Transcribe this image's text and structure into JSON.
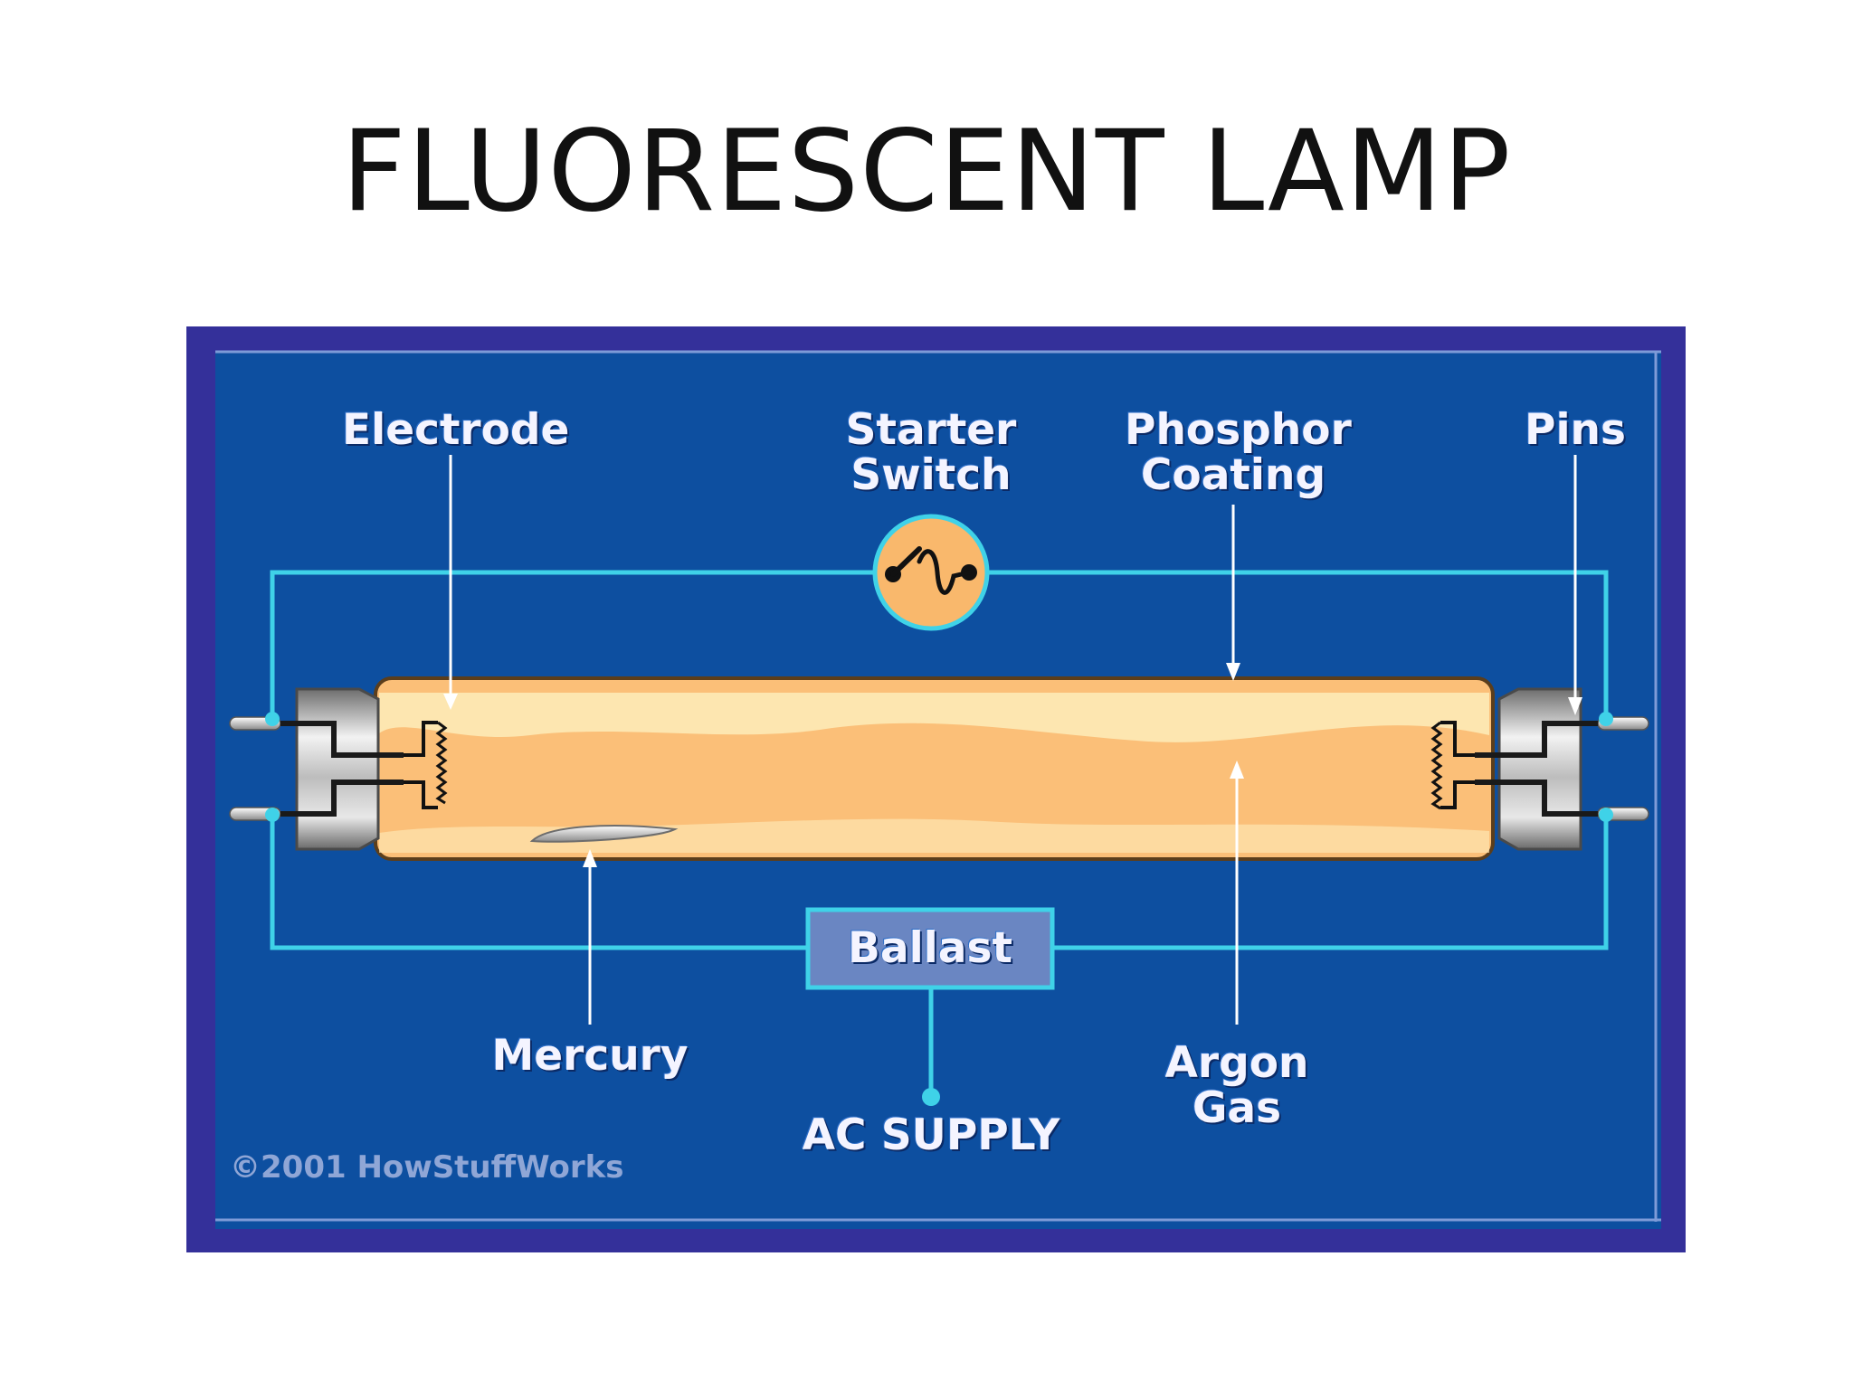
{
  "slide": {
    "title": "FLUORESCENT LAMP"
  },
  "diagram": {
    "labels": {
      "electrode": "Electrode",
      "starter_switch": [
        "Starter",
        "Switch"
      ],
      "phosphor_coating": [
        "Phosphor",
        "Coating"
      ],
      "pins": "Pins",
      "mercury": "Mercury",
      "ballast": "Ballast",
      "ac_supply": "AC SUPPLY",
      "argon_gas": [
        "Argon",
        "Gas"
      ]
    },
    "copyright": "©2001 HowStuffWorks",
    "colors": {
      "frame": "#34309a",
      "background": "#0d4fa0",
      "wire": "#3fd2e8",
      "tube": "#fbbf78",
      "phosphor_highlight": "#fde6b0",
      "starter": "#f9b86c",
      "ballast_box": "#6a86c2"
    }
  }
}
